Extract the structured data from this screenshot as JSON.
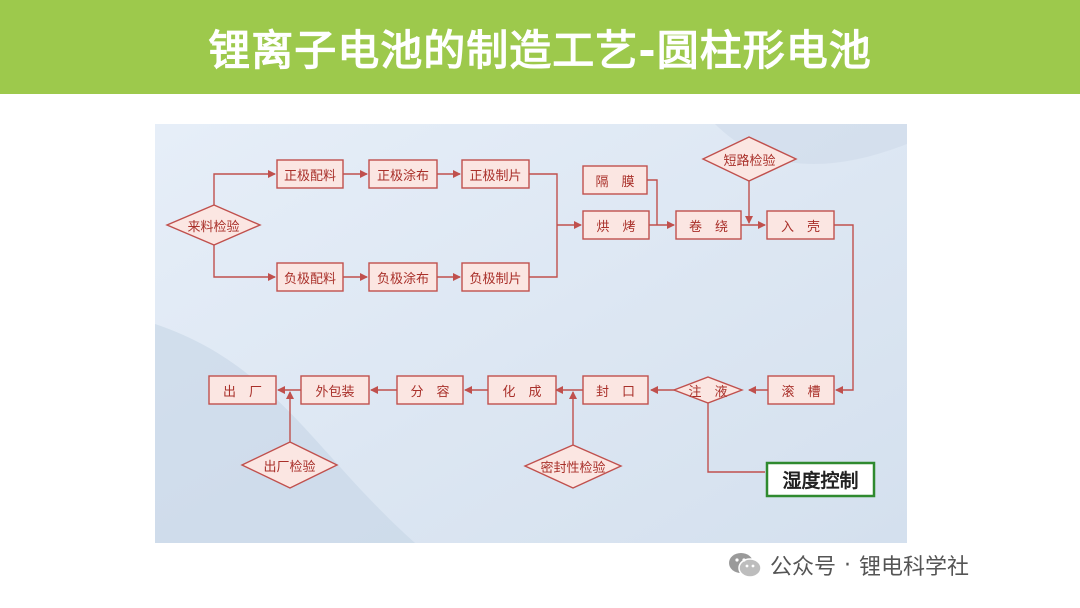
{
  "title": "锂离子电池的制造工艺-圆柱形电池",
  "colors": {
    "title_bar": "#9dc94c",
    "box_fill": "#fbe6e2",
    "box_border": "#c0504d",
    "line": "#c0504d",
    "panel": "#dfe9f5",
    "humidity_border": "#2f8a2f"
  },
  "diagram": {
    "incoming_inspection": "来料检验",
    "pos_batching": "正极配料",
    "pos_coating": "正极涂布",
    "pos_sheet": "正极制片",
    "neg_batching": "负极配料",
    "neg_coating": "负极涂布",
    "neg_sheet": "负极制片",
    "separator": "隔　膜",
    "baking": "烘　烤",
    "winding": "卷　绕",
    "short_circuit_test": "短路检验",
    "into_can": "入　壳",
    "grooving": "滚　槽",
    "electrolyte_injection": "注　液",
    "humidity_control": "湿度控制",
    "sealing": "封　口",
    "seal_test": "密封性检验",
    "formation": "化　成",
    "grading": "分　容",
    "outer_packaging": "外包装",
    "factory_exit": "出　厂",
    "exit_inspection": "出厂检验"
  },
  "watermark": {
    "icon": "wechat-icon",
    "account_prefix": "公众号",
    "separator": "·",
    "account_name": "锂电科学社"
  }
}
